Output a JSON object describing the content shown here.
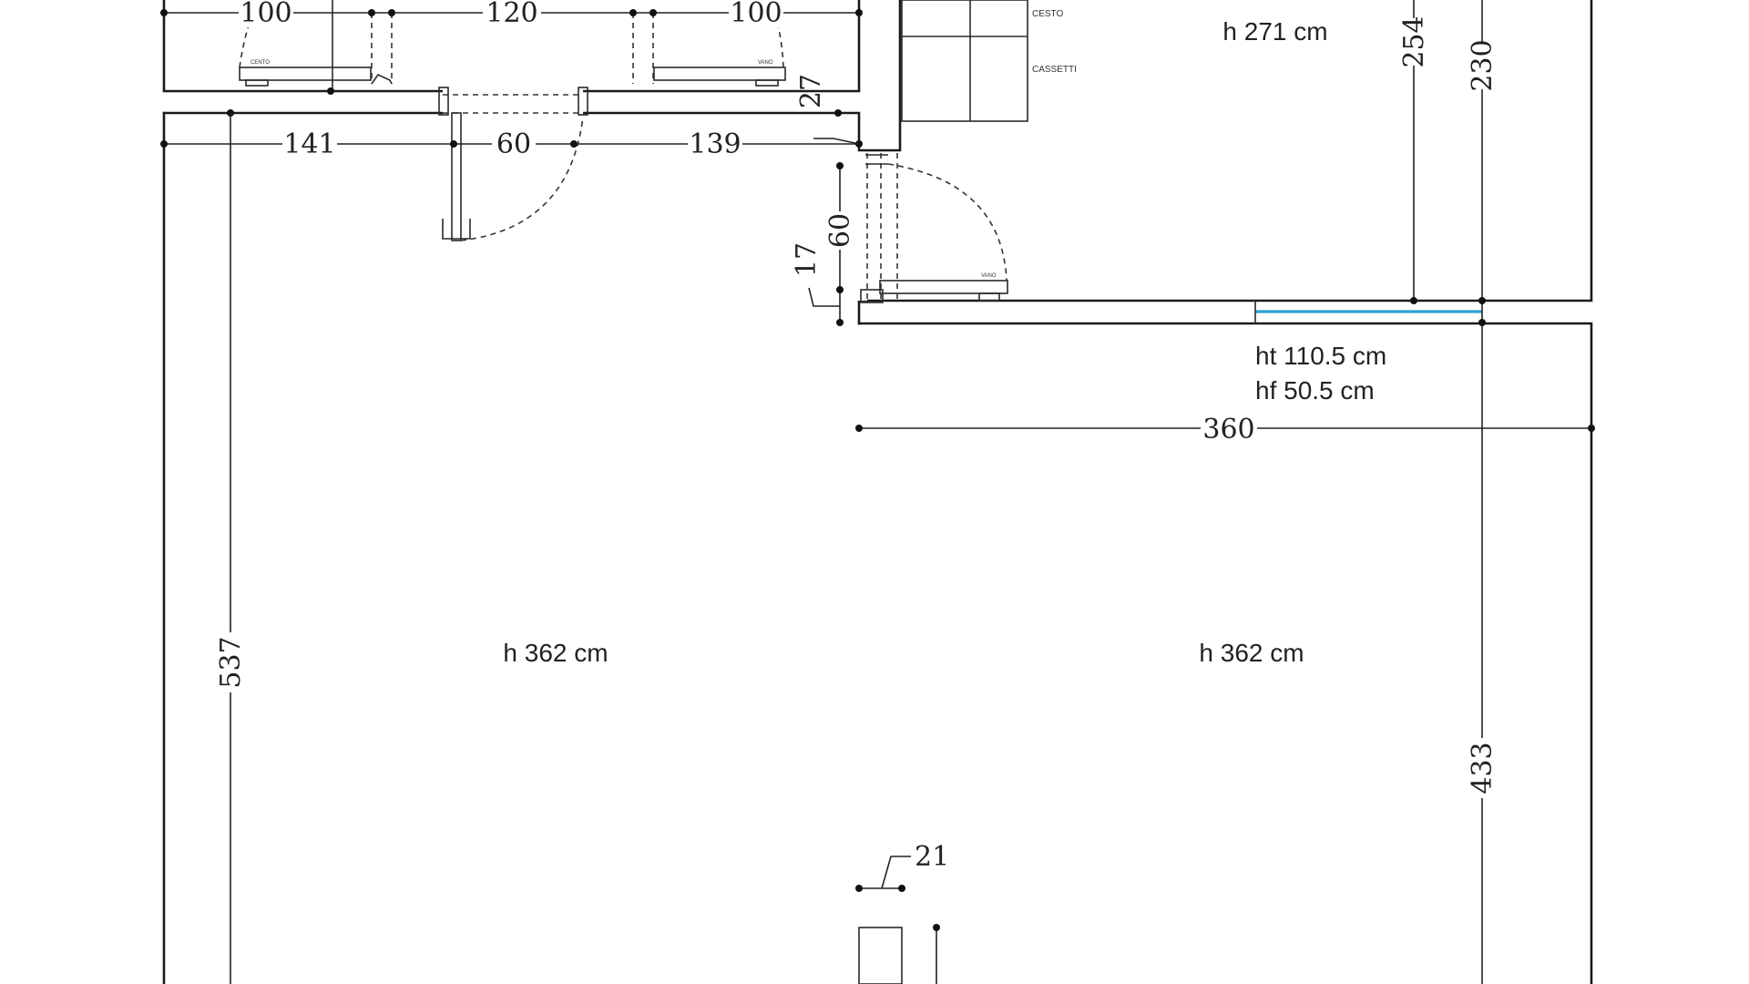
{
  "plan": {
    "dimensions": {
      "top_left_100": "100",
      "top_mid_120": "120",
      "top_right_100": "100",
      "wall_141": "141",
      "door_60": "60",
      "wall_139": "139",
      "corner_27": "27",
      "side_door_60": "60",
      "corner_17": "17",
      "depth_254": "254",
      "depth_230": "230",
      "width_360": "360",
      "height_537": "537",
      "height_433": "433",
      "pillar_21": "21"
    },
    "room_heights": {
      "upper_room": "h 271 cm",
      "main_left": "h 362 cm",
      "main_right": "h 362 cm"
    },
    "window": {
      "ht": "ht 110.5 cm",
      "hf": "hf 50.5 cm",
      "color": "#2aa3cf"
    },
    "furniture_labels": {
      "cesto": "CESTO",
      "cassetti": "CASSETTI",
      "cento_left": "CENTO",
      "vanity_right": "VANO",
      "door_label": "VANO"
    }
  }
}
